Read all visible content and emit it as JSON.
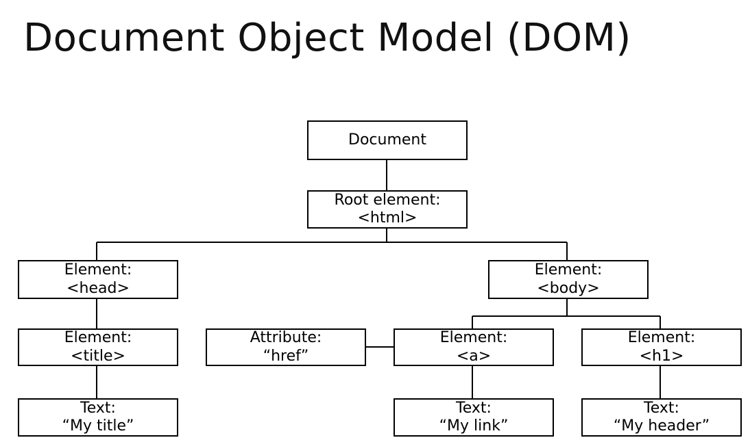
{
  "title": "Document Object Model (DOM)",
  "nodes": {
    "document": {
      "line1": "Document"
    },
    "root": {
      "line1": "Root element:",
      "line2": "<html>"
    },
    "head": {
      "line1": "Element:",
      "line2": "<head>"
    },
    "body": {
      "line1": "Element:",
      "line2": "<body>"
    },
    "title_el": {
      "line1": "Element:",
      "line2": "<title>"
    },
    "attribute": {
      "line1": "Attribute:",
      "line2": "“href”"
    },
    "a_el": {
      "line1": "Element:",
      "line2": "<a>"
    },
    "h1_el": {
      "line1": "Element:",
      "line2": "<h1>"
    },
    "text_title": {
      "line1": "Text:",
      "line2": "“My title”"
    },
    "text_link": {
      "line1": "Text:",
      "line2": "“My link”"
    },
    "text_header": {
      "line1": "Text:",
      "line2": "“My header”"
    }
  }
}
